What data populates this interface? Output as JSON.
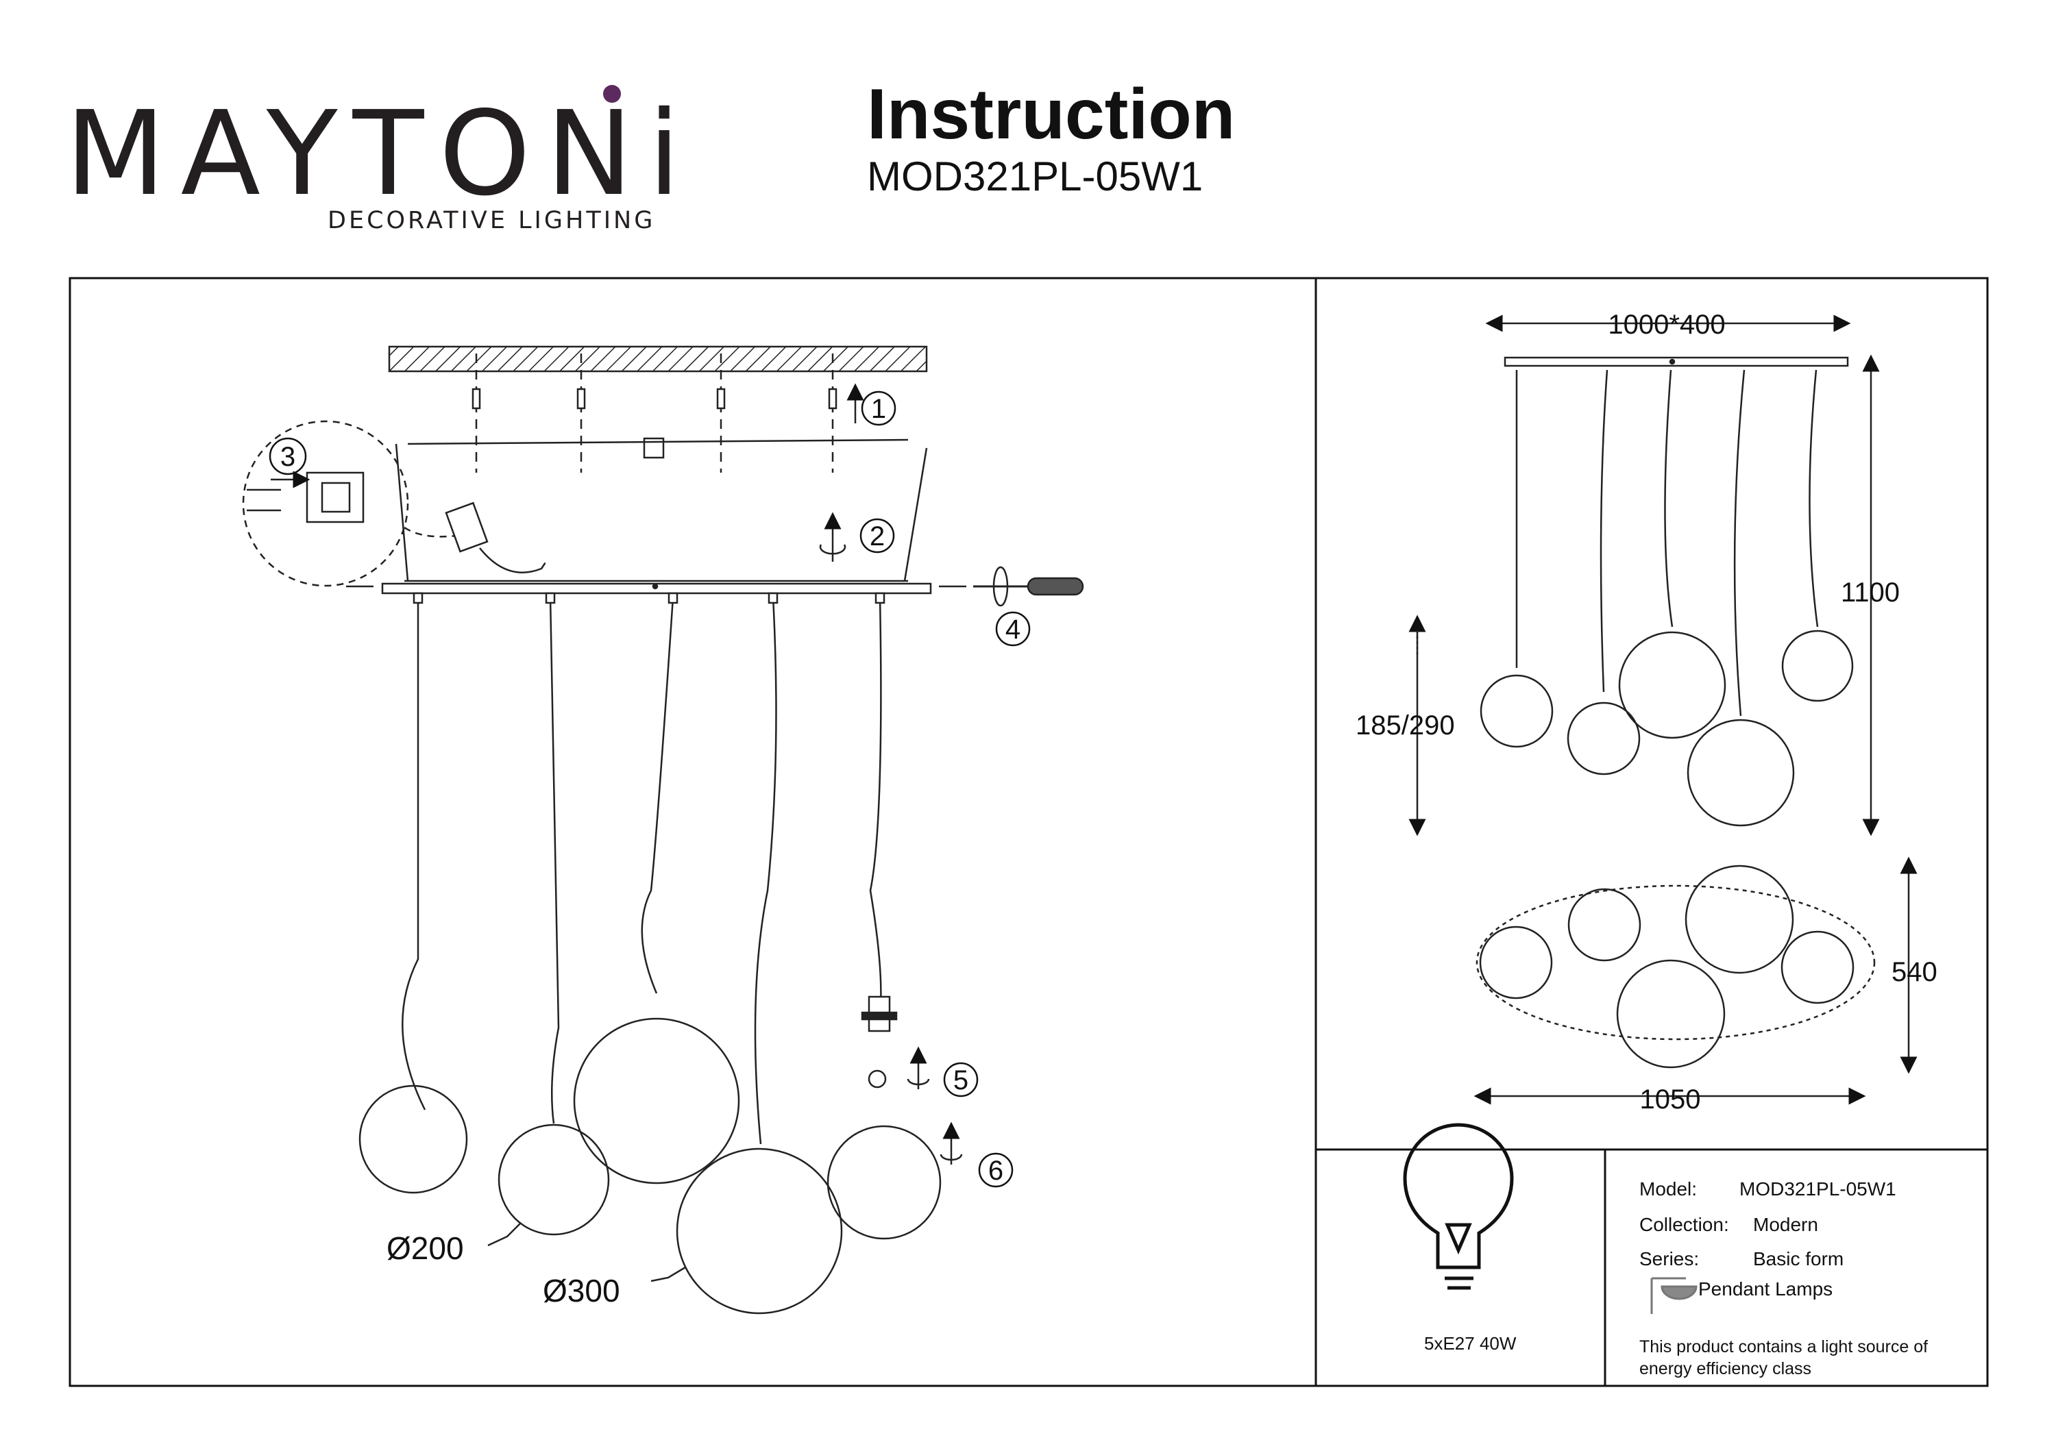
{
  "brand": {
    "name": "MAYTONi",
    "tagline": "DECORATIVE LIGHTING",
    "accent": "#5b2a5e"
  },
  "header": {
    "title": "Instruction",
    "model": "MOD321PL-05W1"
  },
  "steps": [
    "1",
    "2",
    "3",
    "4",
    "5",
    "6"
  ],
  "diameters": {
    "small": "Ø200",
    "large": "Ø300"
  },
  "dimensions": {
    "canopy": "1000*400",
    "height": "1100",
    "ball_heights": "185/290",
    "depth": "540",
    "width": "1050"
  },
  "bulb": {
    "spec": "5xE27 40W"
  },
  "info": {
    "model_label": "Model:",
    "model_value": "MOD321PL-05W1",
    "collection_label": "Collection:",
    "collection_value": "Modern",
    "series_label": "Series:",
    "series_value": "Basic form",
    "type_value": "Pendant Lamps",
    "note_line1": "This product contains a light source of",
    "note_line2": "energy efficiency class"
  }
}
